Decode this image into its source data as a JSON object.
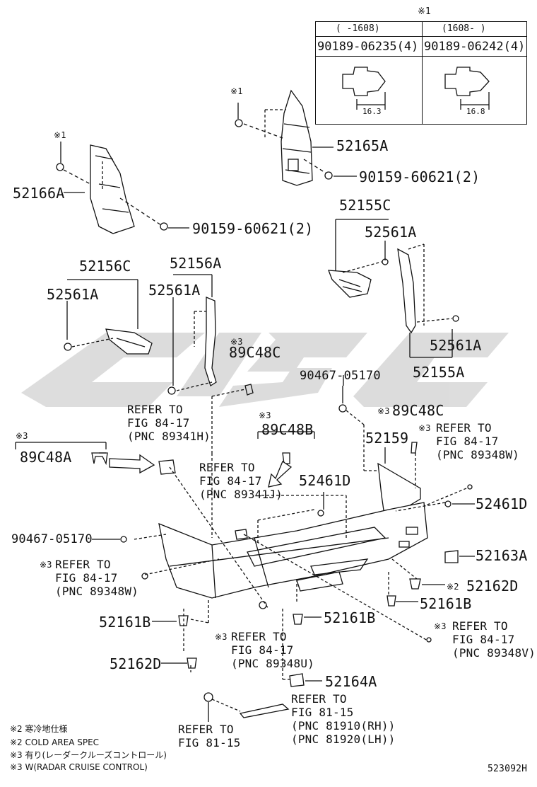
{
  "watermark": {
    "text": "CMSC",
    "color": "#d8d8d8"
  },
  "table": {
    "mark": "※1",
    "col1_range": "(    -1608)",
    "col2_range": "(1608-     )",
    "col1_part": "90189-06235(4)",
    "col2_part": "90189-06242(4)",
    "col1_dim": "16.3",
    "col2_dim": "16.8"
  },
  "labels": {
    "m1_a": "※1",
    "m1_b": "※1",
    "p52166A": "52166A",
    "p52165A": "52165A",
    "p90159_60621_a": "90159-60621(2)",
    "p90159_60621_b": "90159-60621(2)",
    "p52155C": "52155C",
    "p52561A_a": "52561A",
    "p52156C": "52156C",
    "p52561A_b": "52561A",
    "p52156A": "52156A",
    "p52561A_c": "52561A",
    "m3_a": "※3",
    "p89C48C_a": "89C48C",
    "p52561A_d": "52561A",
    "p52155A": "52155A",
    "p90467_05170_a": "90467-05170",
    "m3_b": "※3",
    "p89C48C_b": "89C48C",
    "refer_89341H": "REFER TO\nFIG 84-17\n(PNC 89341H)",
    "m3_c": "※3",
    "p89C48B": "89C48B",
    "m3_d": "※3",
    "p89C48A": "89C48A",
    "p52159": "52159",
    "m3_e": "※3",
    "refer_89348W_a": "REFER TO\nFIG 84-17\n(PNC 89348W)",
    "refer_89341J": "REFER TO\nFIG 84-17\n(PNC 89341J)",
    "p52461D_a": "52461D",
    "p52461D_b": "52461D",
    "p90467_05170_b": "90467-05170",
    "m3_f": "※3",
    "refer_89348W_b": "REFER TO\nFIG 84-17\n(PNC 89348W)",
    "p52163A": "52163A",
    "m2_a": "※2",
    "p52162D_a": "52162D",
    "p52161B_a": "52161B",
    "p52161B_b": "52161B",
    "p52161B_c": "52161B",
    "m3_g": "※3",
    "refer_89348U": "REFER TO\nFIG 84-17\n(PNC 89348U)",
    "m3_h": "※3",
    "refer_89348V": "REFER TO\nFIG 84-17\n(PNC 89348V)",
    "p52162D_b": "52162D",
    "p52164A": "52164A",
    "refer_81910": "REFER TO\nFIG 81-15\n(PNC 81910(RH))\n(PNC 81920(LH))",
    "refer_81_15": "REFER TO\nFIG 81-15"
  },
  "notes": [
    "※2 寒冷地仕様",
    "※2 COLD AREA SPEC",
    "※3 有り(レーダークルーズコントロール)",
    "※3 W(RADAR CRUISE CONTROL)"
  ],
  "figure_id": "523092H"
}
